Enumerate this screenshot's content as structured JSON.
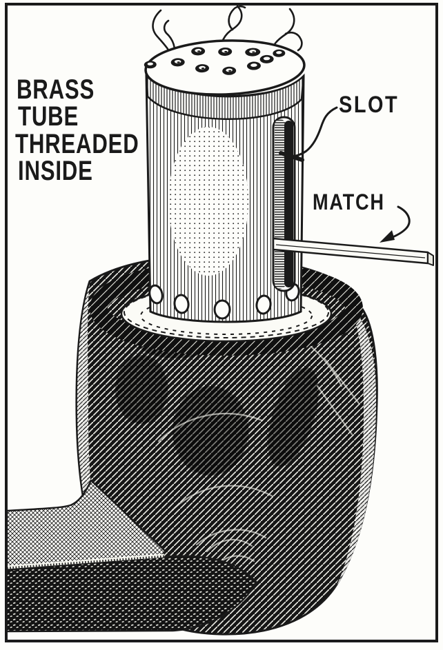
{
  "illustration": {
    "labels": {
      "brass_tube": {
        "lines": [
          "BRASS",
          "TUBE",
          "THREADED",
          "INSIDE"
        ]
      },
      "slot": "SLOT",
      "match": "MATCH"
    },
    "colors": {
      "ink": "#1a1a1a",
      "paper": "#fdfdfa"
    }
  }
}
